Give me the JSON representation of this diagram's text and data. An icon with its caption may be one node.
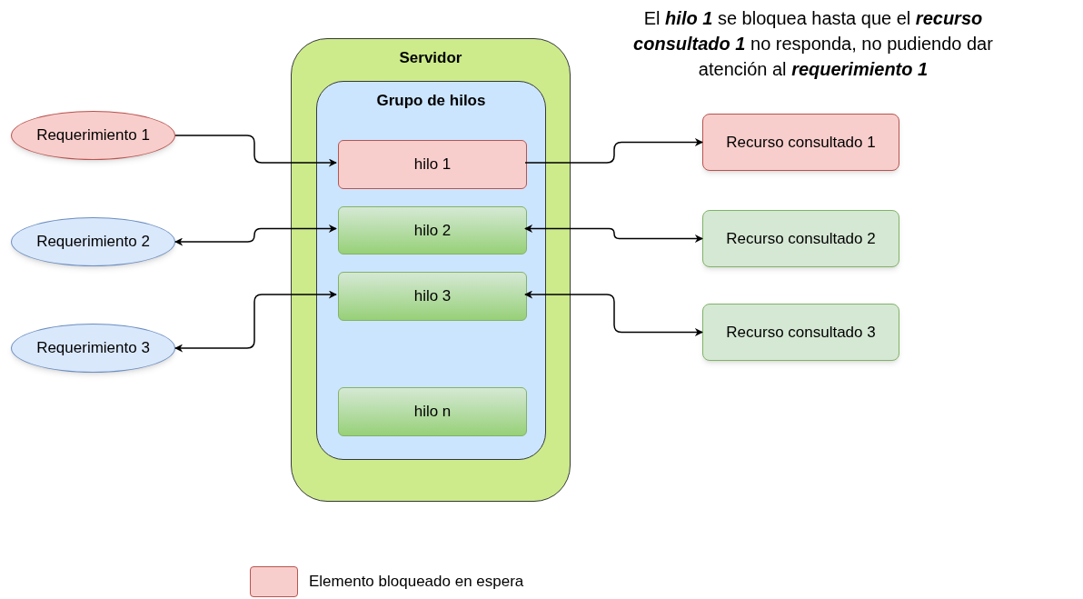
{
  "diagram": {
    "nodes": [
      {
        "text": [
          "Servidor"
        ]
      },
      {
        "text": [
          "Grupo de hilos"
        ],
        "in": 0
      },
      {
        "text": [
          "hilo 1"
        ],
        "in": 1
      },
      {
        "text": [
          "hilo 2"
        ],
        "in": 1
      },
      {
        "text": [
          "hilo 3"
        ],
        "in": 1
      },
      {
        "text": [
          "hilo n"
        ],
        "in": 1
      },
      {
        "text": [
          "Requerimiento 1"
        ]
      },
      {
        "text": [
          "Requerimiento 2"
        ]
      },
      {
        "text": [
          "Requerimiento 3"
        ]
      },
      {
        "text": [
          "Recurso consultado 1"
        ]
      },
      {
        "text": [
          "Recurso consultado 2"
        ]
      },
      {
        "text": [
          "Recurso consultado 3"
        ]
      }
    ],
    "edges": [
      {
        "from": 6,
        "to": 2,
        "arrow": "to"
      },
      {
        "from": 3,
        "to": 7,
        "arrow": "both"
      },
      {
        "from": 4,
        "to": 8,
        "arrow": "both"
      },
      {
        "from": 2,
        "to": 9,
        "arrow": "to"
      },
      {
        "from": 10,
        "to": 3,
        "arrow": "both"
      },
      {
        "from": 11,
        "to": 4,
        "arrow": "both"
      }
    ],
    "labels": [
      "El **hilo 1** se bloquea hasta que el **recurso consultado 1** no responda, no pudiendo dar atención al **requerimiento 1**"
    ],
    "legend": [
      {
        "text": "Elemento bloqueado en espera",
        "color": "#f8cecc"
      }
    ]
  }
}
